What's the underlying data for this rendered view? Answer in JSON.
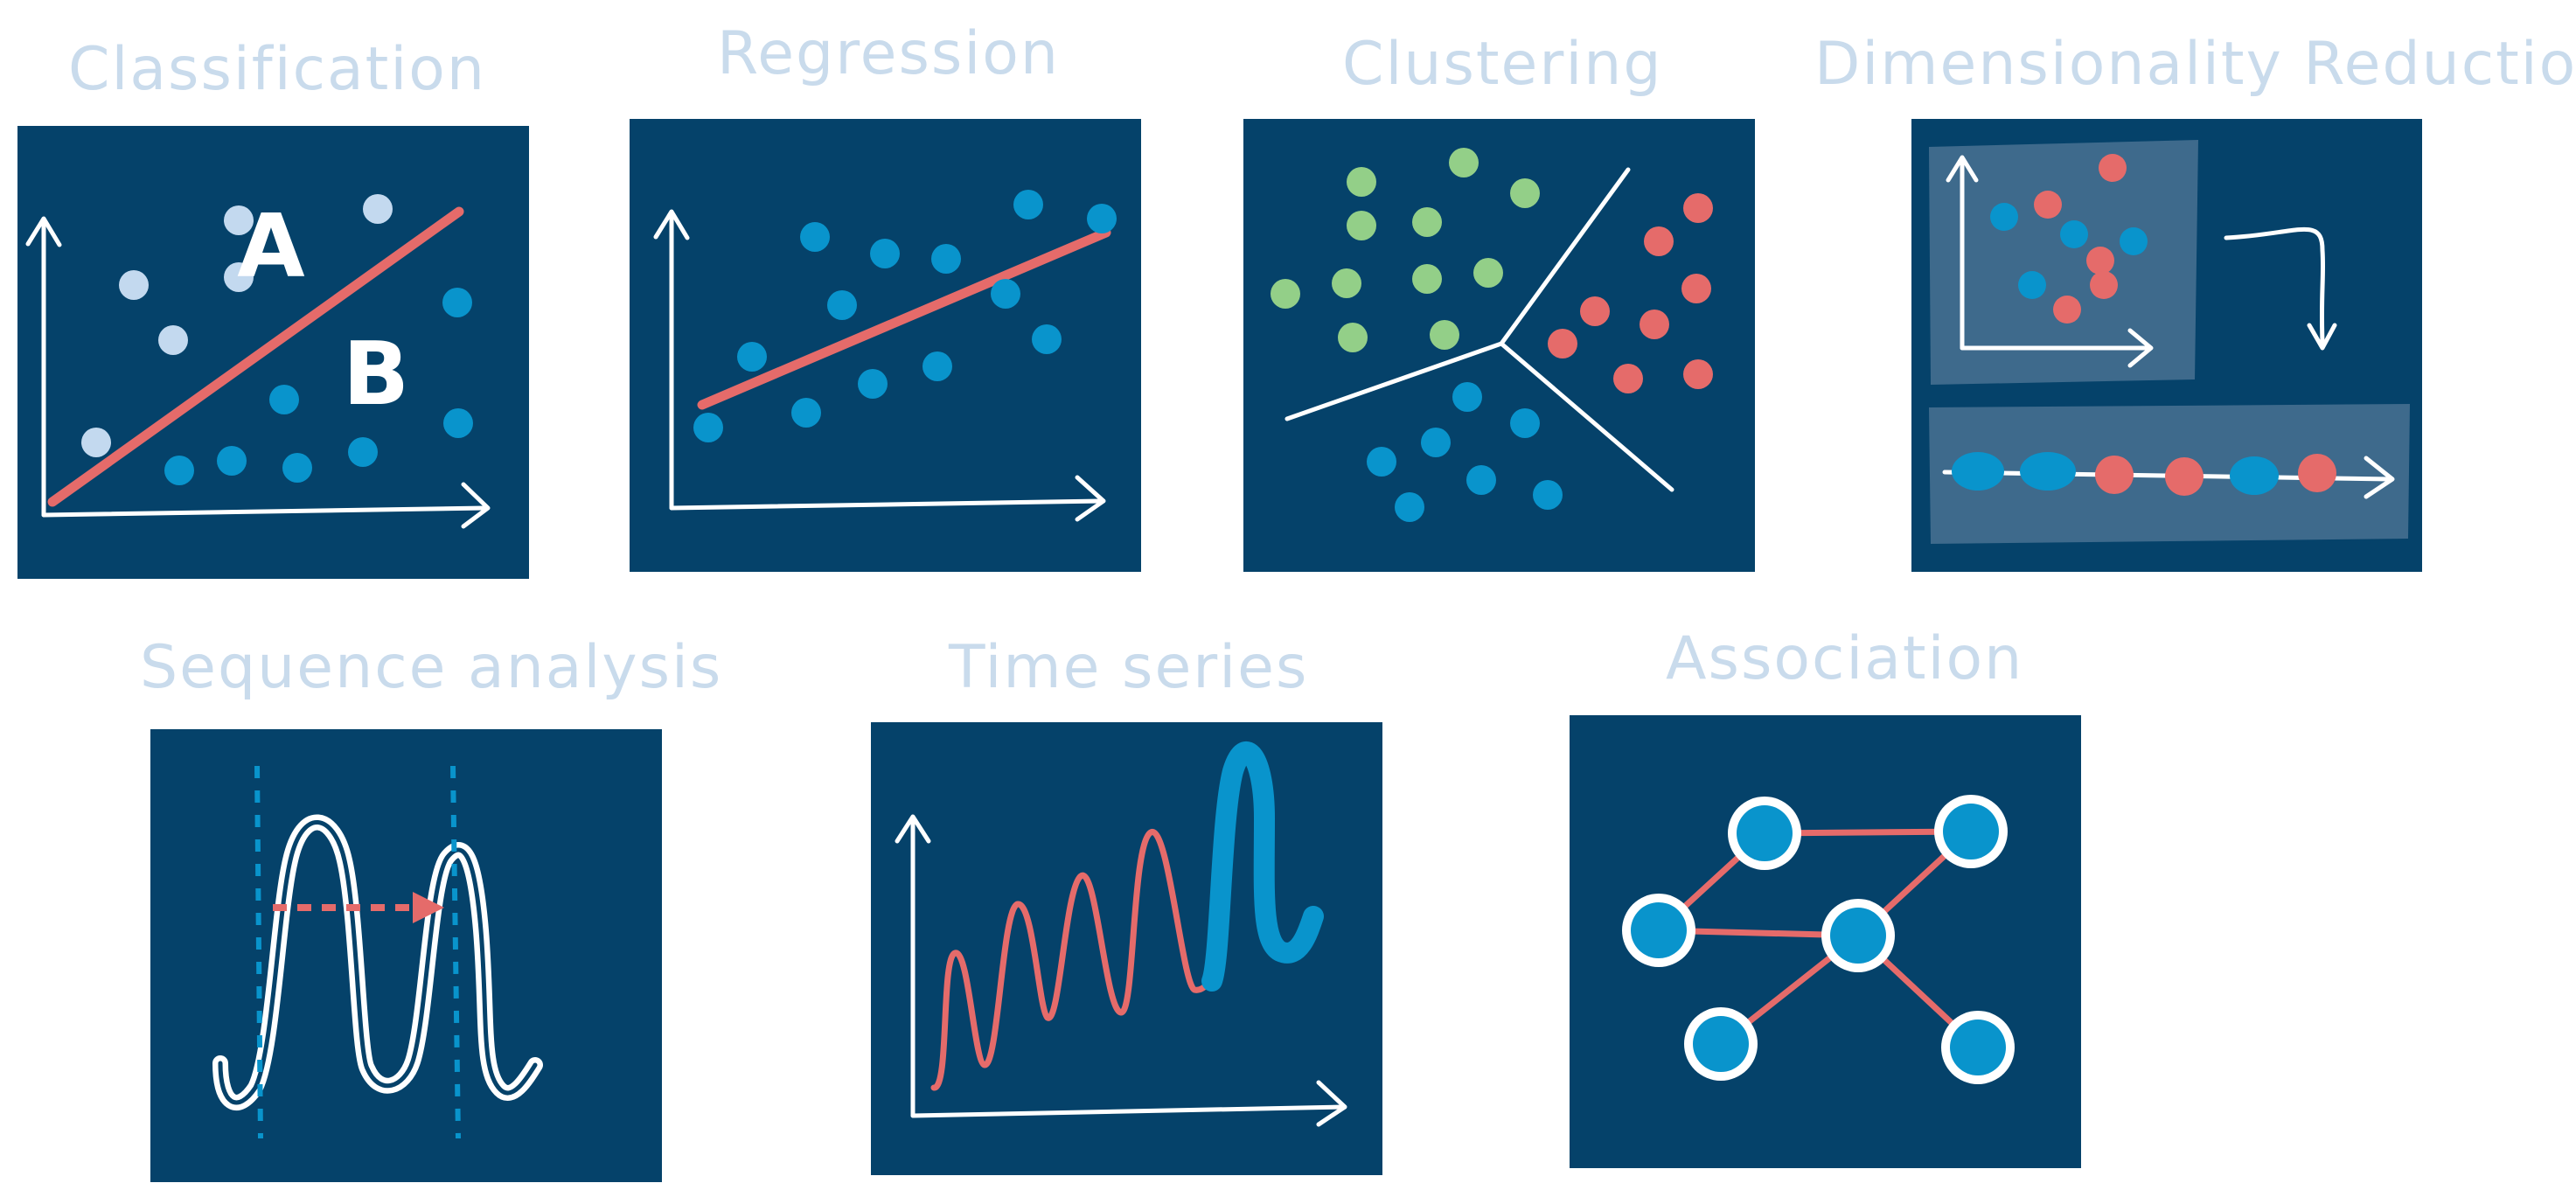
{
  "colors": {
    "panel_bg": "#05426a",
    "title": "#c9dbec",
    "white": "#ffffff",
    "blue": "#0994cc",
    "light_blue": "#c3d9ef",
    "red": "#e56b6a",
    "green": "#93cf88",
    "inset": "#3e6a8c"
  },
  "diagrams": {
    "classification": {
      "title": "Classification",
      "label_a": "A",
      "label_b": "B"
    },
    "regression": {
      "title": "Regression"
    },
    "clustering": {
      "title": "Clustering"
    },
    "dimensionality_reduction": {
      "title": "Dimensionality Reduction"
    },
    "sequence_analysis": {
      "title": "Sequence analysis"
    },
    "time_series": {
      "title": "Time series"
    },
    "association": {
      "title": "Association"
    }
  }
}
